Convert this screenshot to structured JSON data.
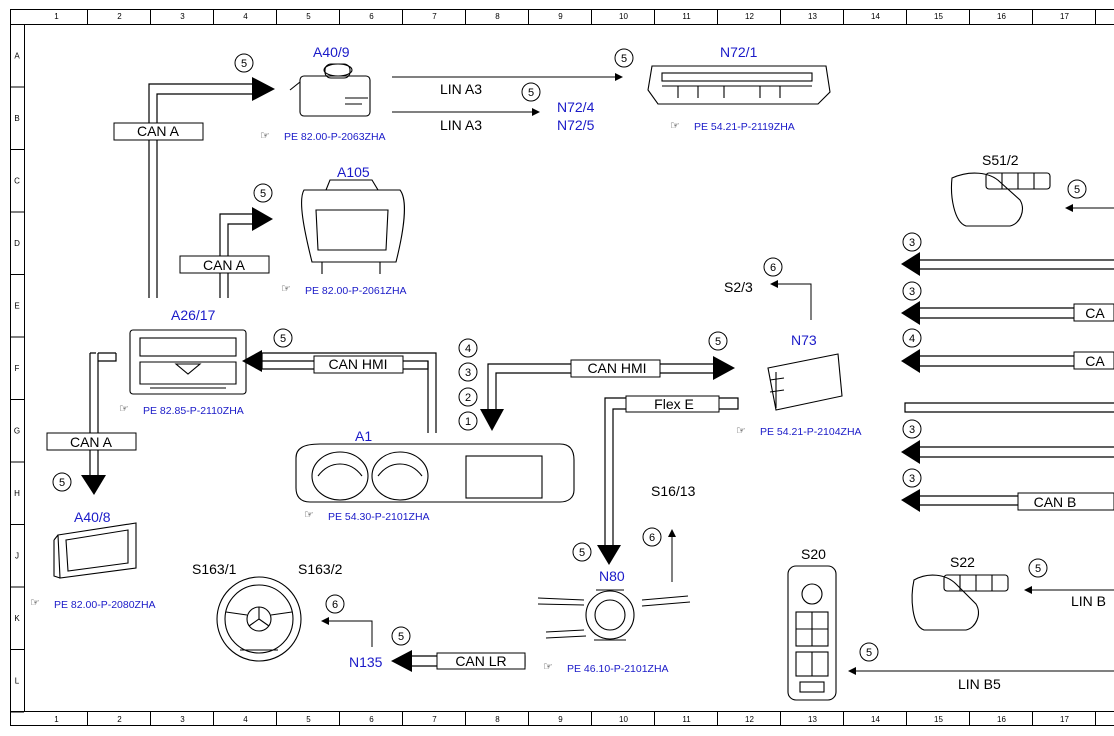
{
  "grid": {
    "columns": [
      "1",
      "2",
      "3",
      "4",
      "5",
      "6",
      "7",
      "8",
      "9",
      "10",
      "11",
      "12",
      "13",
      "14",
      "15",
      "16",
      "17"
    ],
    "rows": [
      "A",
      "B",
      "C",
      "D",
      "E",
      "F",
      "G",
      "H",
      "J",
      "K",
      "L"
    ]
  },
  "components": {
    "a40_9": "A40/9",
    "n72_1": "N72/1",
    "n72_4": "N72/4",
    "n72_5": "N72/5",
    "a105": "A105",
    "s51_2": "S51/2",
    "s2_3": "S2/3",
    "n73": "N73",
    "a26_17": "A26/17",
    "a1": "A1",
    "s16_13": "S16/13",
    "a40_8": "A40/8",
    "s163_1": "S163/1",
    "s163_2": "S163/2",
    "n80": "N80",
    "n135": "N135",
    "s20": "S20",
    "s22": "S22"
  },
  "refs": {
    "a40_9": "PE 82.00-P-2063ZHA",
    "n72_1": "PE 54.21-P-2119ZHA",
    "a105": "PE 82.00-P-2061ZHA",
    "a26_17": "PE 82.85-P-2110ZHA",
    "n73": "PE 54.21-P-2104ZHA",
    "a1": "PE 54.30-P-2101ZHA",
    "a40_8": "PE 82.00-P-2080ZHA",
    "n80": "PE 46.10-P-2101ZHA"
  },
  "buses": {
    "can_a": "CAN A",
    "lin_a3": "LIN A3",
    "can_hmi": "CAN HMI",
    "flex_e": "Flex E",
    "can_lr": "CAN LR",
    "can_b": "CAN B",
    "lin_b5": "LIN B5",
    "lin_b": "LIN B",
    "ca_partial": "CA"
  },
  "markers": {
    "m1": "1",
    "m2": "2",
    "m3": "3",
    "m4": "4",
    "m5": "5",
    "m6": "6"
  }
}
